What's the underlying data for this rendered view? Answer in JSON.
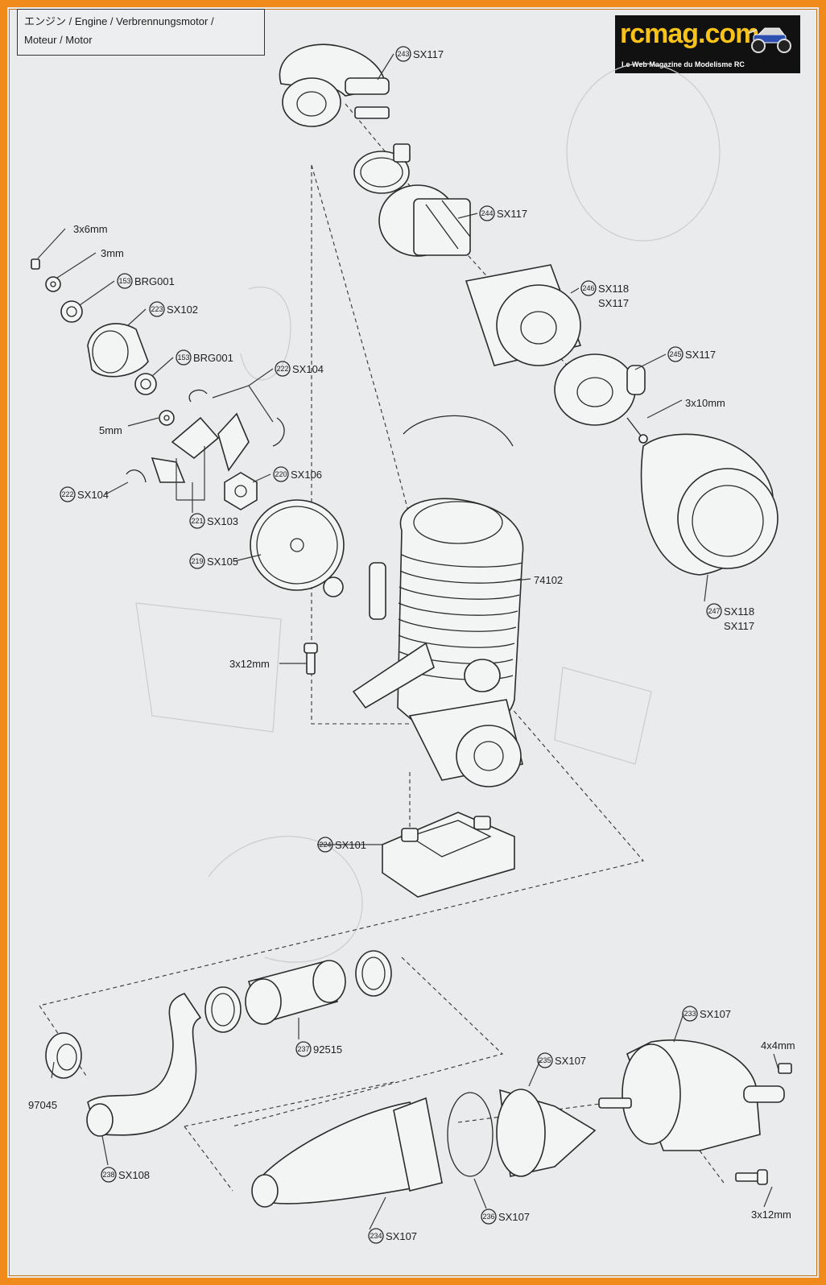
{
  "title": {
    "line1": "エンジン / Engine / Verbrennungsmotor /",
    "line2": "Moteur / Motor"
  },
  "logo": {
    "brand": "rcmag.com",
    "tagline": "Le Web Magazine du Modelisme RC"
  },
  "parts": [
    {
      "id": "p243",
      "num": "243",
      "code": "SX117"
    },
    {
      "id": "p244",
      "num": "244",
      "code": "SX117"
    },
    {
      "id": "p246",
      "num": "246",
      "code": "SX118",
      "code2": "SX117"
    },
    {
      "id": "p245",
      "num": "245",
      "code": "SX117"
    },
    {
      "id": "p247",
      "num": "247",
      "code": "SX118",
      "code2": "SX117"
    },
    {
      "id": "p153a",
      "num": "153",
      "code": "BRG001"
    },
    {
      "id": "p223",
      "num": "223",
      "code": "SX102"
    },
    {
      "id": "p153b",
      "num": "153",
      "code": "BRG001"
    },
    {
      "id": "p222a",
      "num": "222",
      "code": "SX104"
    },
    {
      "id": "p222b",
      "num": "222",
      "code": "SX104"
    },
    {
      "id": "p220",
      "num": "220",
      "code": "SX106"
    },
    {
      "id": "p221",
      "num": "221",
      "code": "SX103"
    },
    {
      "id": "p219",
      "num": "219",
      "code": "SX105"
    },
    {
      "id": "p224",
      "num": "224",
      "code": "SX101"
    },
    {
      "id": "p237",
      "num": "237",
      "code": "92515"
    },
    {
      "id": "p233",
      "num": "233",
      "code": "SX107"
    },
    {
      "id": "p235",
      "num": "235",
      "code": "SX107"
    },
    {
      "id": "p236",
      "num": "236",
      "code": "SX107"
    },
    {
      "id": "p234",
      "num": "234",
      "code": "SX107"
    },
    {
      "id": "p238",
      "num": "238",
      "code": "SX108"
    }
  ],
  "plain_labels": {
    "screw_3x6": "3x6mm",
    "washer_3": "3mm",
    "washer_5": "5mm",
    "screw_3x10": "3x10mm",
    "engine": "74102",
    "screw_3x12_engine": "3x12mm",
    "part_97045": "97045",
    "screw_4x4": "4x4mm",
    "screw_3x12_pipe": "3x12mm"
  }
}
